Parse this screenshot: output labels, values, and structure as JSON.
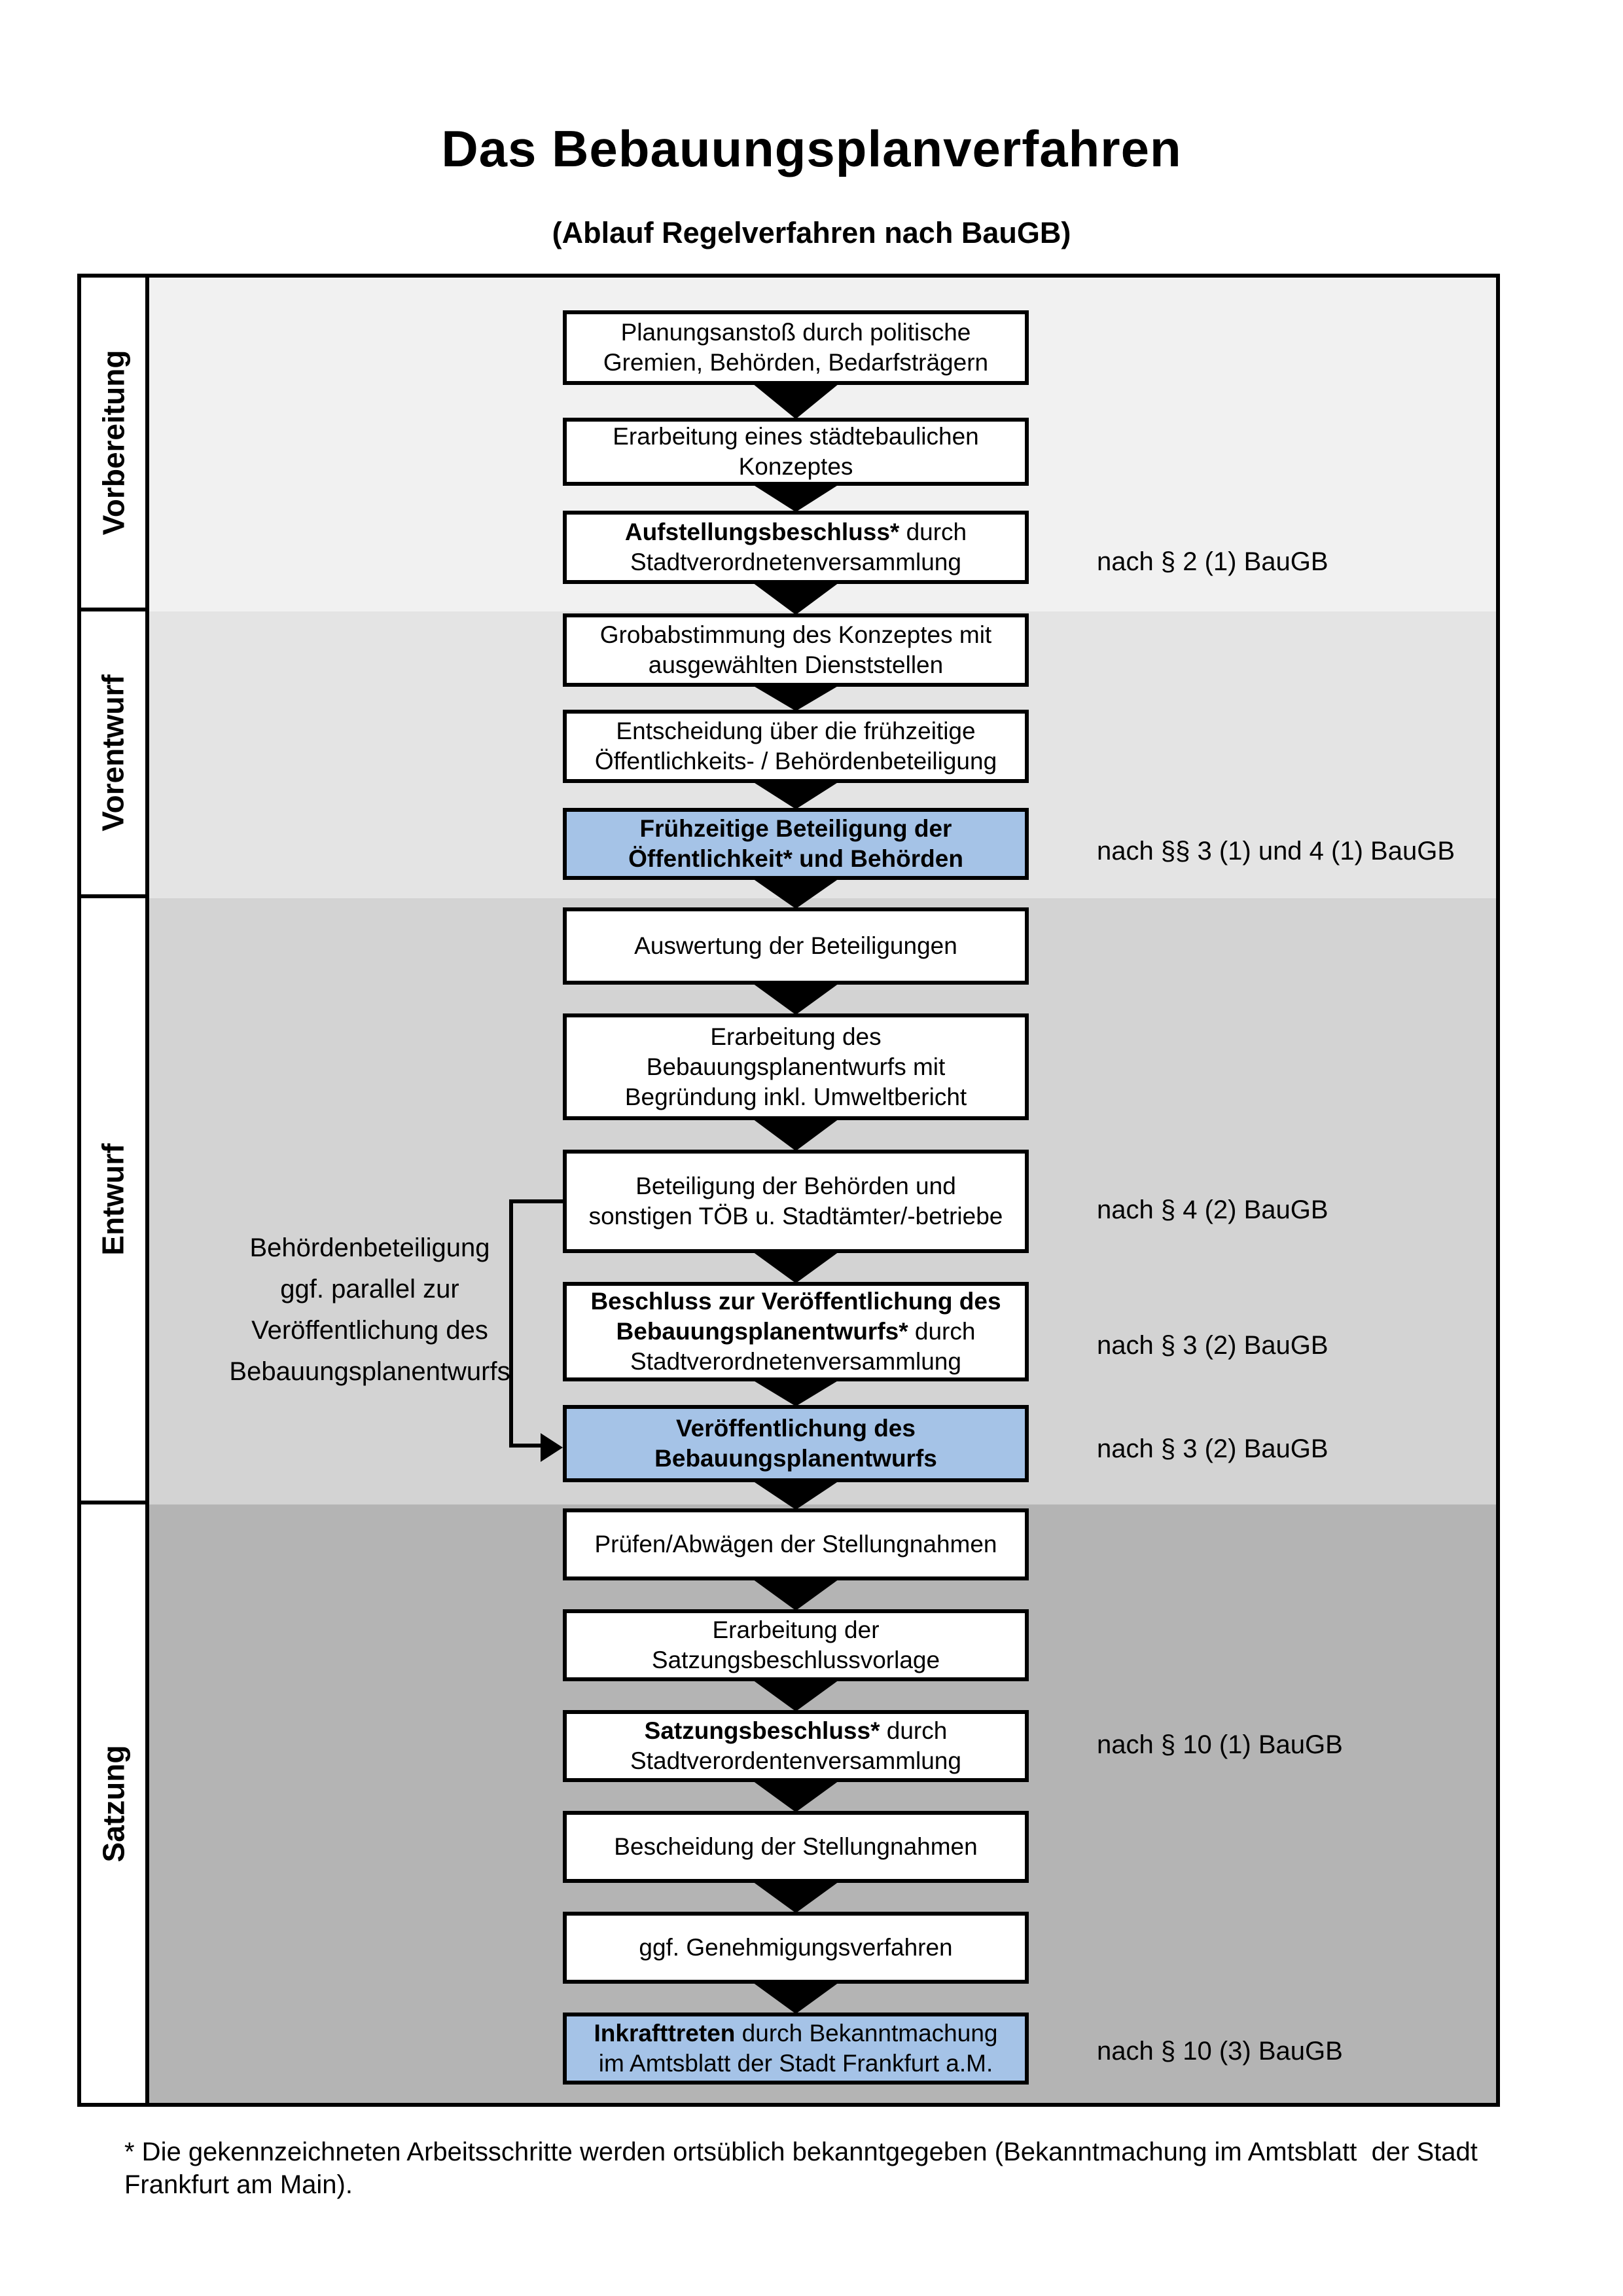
{
  "title": "Das Bebauungsplanverfahren",
  "subtitle": "(Ablauf Regelverfahren nach BauGB)",
  "colors": {
    "highlight_blue": "#a5c3e7",
    "band_vorbereitung": "#f1f1f1",
    "band_vorentwurf": "#e4e4e4",
    "band_entwurf": "#d3d3d3",
    "band_satzung": "#b4b4b4",
    "border": "#000000"
  },
  "phases": [
    {
      "label": "Vorbereitung"
    },
    {
      "label": "Vorentwurf"
    },
    {
      "label": "Entwurf"
    },
    {
      "label": "Satzung"
    }
  ],
  "flow": {
    "boxes": [
      {
        "id": 1,
        "phase": "Vorbereitung",
        "highlighted": false,
        "lines": [
          [
            [
              "Planungsanstoß durch politische",
              0
            ]
          ],
          [
            [
              "Gremien, Behörden, Bedarfsträgern",
              0
            ]
          ]
        ]
      },
      {
        "id": 2,
        "phase": "Vorbereitung",
        "highlighted": false,
        "lines": [
          [
            [
              "Erarbeitung eines städtebaulichen",
              0
            ]
          ],
          [
            [
              "Konzeptes",
              0
            ]
          ]
        ]
      },
      {
        "id": 3,
        "phase": "Vorbereitung",
        "highlighted": false,
        "lines": [
          [
            [
              "Aufstellungsbeschluss*",
              1
            ],
            [
              " durch",
              0
            ]
          ],
          [
            [
              "Stadtverordnetenversammlung",
              0
            ]
          ]
        ]
      },
      {
        "id": 4,
        "phase": "Vorentwurf",
        "highlighted": false,
        "lines": [
          [
            [
              "Grobabstimmung des Konzeptes mit",
              0
            ]
          ],
          [
            [
              "ausgewählten Dienststellen",
              0
            ]
          ]
        ]
      },
      {
        "id": 5,
        "phase": "Vorentwurf",
        "highlighted": false,
        "lines": [
          [
            [
              "Entscheidung über die frühzeitige",
              0
            ]
          ],
          [
            [
              "Öffentlichkeits- / Behördenbeteiligung",
              0
            ]
          ]
        ]
      },
      {
        "id": 6,
        "phase": "Vorentwurf",
        "highlighted": true,
        "lines": [
          [
            [
              "Frühzeitige Beteiligung der",
              1
            ]
          ],
          [
            [
              "Öffentlichkeit* und Behörden",
              1
            ]
          ]
        ]
      },
      {
        "id": 7,
        "phase": "Entwurf",
        "highlighted": false,
        "lines": [
          [
            [
              "Auswertung der Beteiligungen",
              0
            ]
          ]
        ]
      },
      {
        "id": 8,
        "phase": "Entwurf",
        "highlighted": false,
        "lines": [
          [
            [
              "Erarbeitung des",
              0
            ]
          ],
          [
            [
              "Bebauungsplanentwurfs mit",
              0
            ]
          ],
          [
            [
              "Begründung inkl. Umweltbericht",
              0
            ]
          ]
        ]
      },
      {
        "id": 9,
        "phase": "Entwurf",
        "highlighted": false,
        "lines": [
          [
            [
              "Beteiligung der Behörden und",
              0
            ]
          ],
          [
            [
              "sonstigen TÖB u. Stadtämter/-betriebe",
              0
            ]
          ]
        ]
      },
      {
        "id": 10,
        "phase": "Entwurf",
        "highlighted": false,
        "lines": [
          [
            [
              "Beschluss zur Veröffentlichung des",
              1
            ]
          ],
          [
            [
              "Bebauungsplanentwurfs*",
              1
            ],
            [
              " durch",
              0
            ]
          ],
          [
            [
              "Stadtverordnetenversammlung",
              0
            ]
          ]
        ]
      },
      {
        "id": 11,
        "phase": "Entwurf",
        "highlighted": true,
        "lines": [
          [
            [
              "Veröffentlichung des",
              1
            ]
          ],
          [
            [
              "Bebauungsplanentwurfs",
              1
            ]
          ]
        ]
      },
      {
        "id": 12,
        "phase": "Satzung",
        "highlighted": false,
        "lines": [
          [
            [
              "Prüfen/Abwägen der Stellungnahmen",
              0
            ]
          ]
        ]
      },
      {
        "id": 13,
        "phase": "Satzung",
        "highlighted": false,
        "lines": [
          [
            [
              "Erarbeitung der",
              0
            ]
          ],
          [
            [
              "Satzungsbeschlussvorlage",
              0
            ]
          ]
        ]
      },
      {
        "id": 14,
        "phase": "Satzung",
        "highlighted": false,
        "lines": [
          [
            [
              "Satzungsbeschluss*",
              1
            ],
            [
              " durch",
              0
            ]
          ],
          [
            [
              "Stadtverordentenversammlung",
              0
            ]
          ]
        ]
      },
      {
        "id": 15,
        "phase": "Satzung",
        "highlighted": false,
        "lines": [
          [
            [
              "Bescheidung der Stellungnahmen",
              0
            ]
          ]
        ]
      },
      {
        "id": 16,
        "phase": "Satzung",
        "highlighted": false,
        "lines": [
          [
            [
              "ggf. Genehmigungsverfahren",
              0
            ]
          ]
        ]
      },
      {
        "id": 17,
        "phase": "Satzung",
        "highlighted": true,
        "lines": [
          [
            [
              "Inkrafttreten",
              1
            ],
            [
              " durch Bekanntmachung",
              0
            ]
          ],
          [
            [
              "im Amtsblatt der Stadt Frankfurt a.M.",
              0
            ]
          ]
        ]
      }
    ]
  },
  "right_annotations": [
    {
      "text": "nach § 2 (1) BauGB"
    },
    {
      "text": "nach §§ 3 (1) und 4 (1) BauGB"
    },
    {
      "text": "nach § 4 (2) BauGB"
    },
    {
      "text": "nach § 3 (2) BauGB"
    },
    {
      "text": "nach § 3 (2) BauGB"
    },
    {
      "text": "nach § 10 (1) BauGB"
    },
    {
      "text": "nach § 10 (3) BauGB"
    }
  ],
  "left_annotation": {
    "lines": [
      "Behördenbeteiligung",
      "ggf. parallel zur",
      "Veröffentlichung des",
      "Bebauungsplanentwurfs"
    ]
  },
  "footnote": {
    "line1": "* Die gekennzeichneten Arbeitsschritte werden ortsüblich bekanntgegeben (Bekanntmachung im Amtsblatt  der Stadt",
    "line2": "Frankfurt am Main)."
  }
}
